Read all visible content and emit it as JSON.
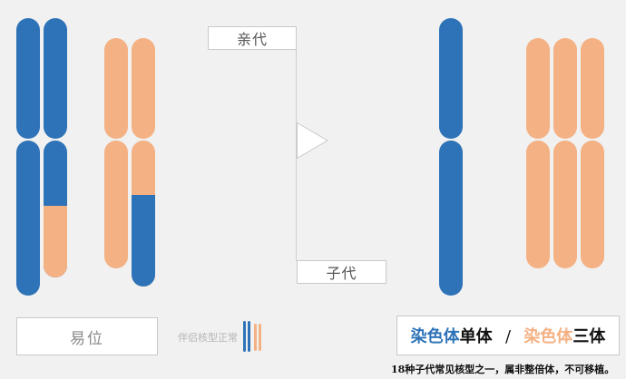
{
  "labels": {
    "parent": "亲代",
    "child": "子代",
    "translocation": "易位",
    "partner_note": "伴侣核型正常",
    "result": {
      "part1": "染色体",
      "part2": "单体",
      "separator": "/",
      "part3": "染色体",
      "part4": "三体"
    },
    "footnote": "18种子代常见核型之一，属非整倍体，不可移植。"
  },
  "colors": {
    "blue": "#2e73b8",
    "peach": "#f4b184",
    "bg": "#f1f1f1",
    "text_dark": "#111111"
  }
}
